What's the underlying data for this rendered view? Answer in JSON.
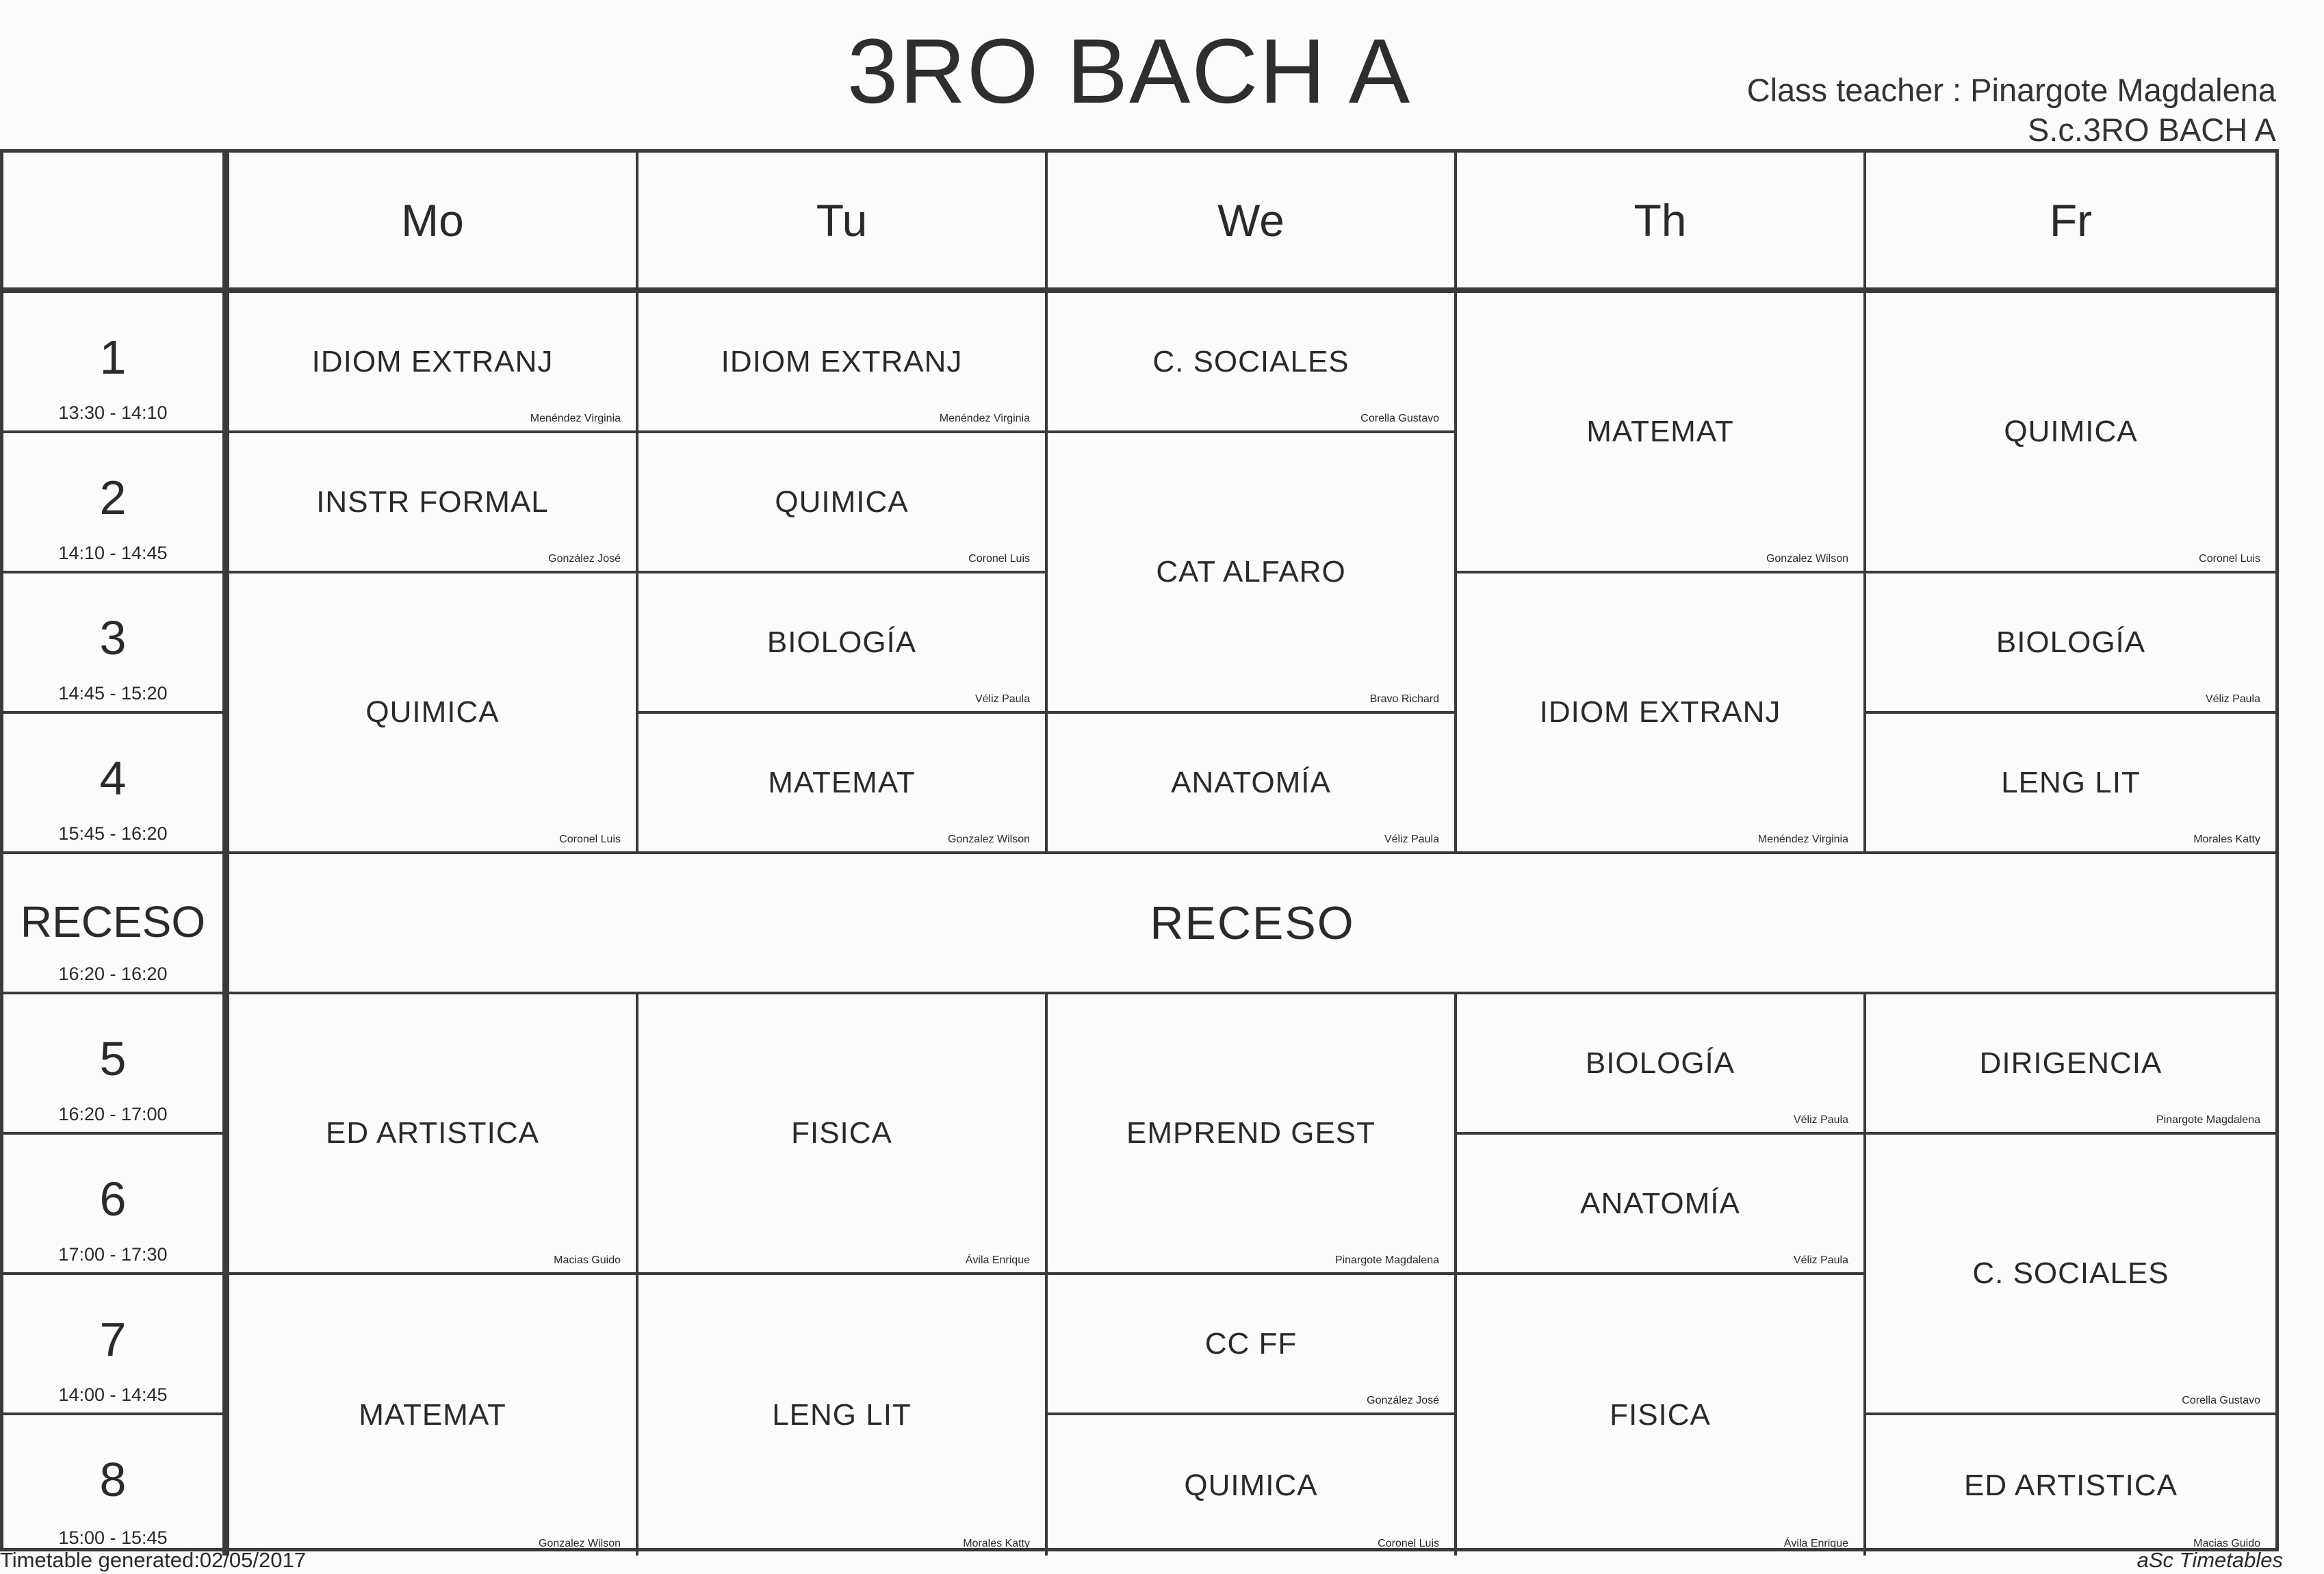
{
  "title": "3RO BACH A",
  "class_teacher": "Class teacher : Pinargote Magdalena",
  "class_code": "S.c.3RO BACH A",
  "days": [
    "Mo",
    "Tu",
    "We",
    "Th",
    "Fr"
  ],
  "periods": [
    {
      "num": "1",
      "time": "13:30 - 14:10"
    },
    {
      "num": "2",
      "time": "14:10 - 14:45"
    },
    {
      "num": "3",
      "time": "14:45 - 15:20"
    },
    {
      "num": "4",
      "time": "15:45 - 16:20"
    },
    {
      "label": "RECESO",
      "time": "16:20 - 16:20"
    },
    {
      "num": "5",
      "time": "16:20 - 17:00"
    },
    {
      "num": "6",
      "time": "17:00 - 17:30"
    },
    {
      "num": "7",
      "time": "14:00 - 14:45"
    },
    {
      "num": "8",
      "time": "15:00 - 15:45"
    }
  ],
  "recess_label": "RECESO",
  "lessons": {
    "mo": [
      {
        "subject": "IDIOM EXTRANJ",
        "teacher": "Menéndez Virginia"
      },
      {
        "subject": "INSTR FORMAL",
        "teacher": "González José"
      },
      {
        "subject": "QUIMICA",
        "teacher": "Coronel Luis"
      },
      {
        "subject": "ED ARTISTICA",
        "teacher": "Macias Guido"
      },
      {
        "subject": "MATEMAT",
        "teacher": "Gonzalez Wilson"
      }
    ],
    "tu": [
      {
        "subject": "IDIOM EXTRANJ",
        "teacher": "Menéndez Virginia"
      },
      {
        "subject": "QUIMICA",
        "teacher": "Coronel Luis"
      },
      {
        "subject": "BIOLOGÍA",
        "teacher": "Véliz Paula"
      },
      {
        "subject": "MATEMAT",
        "teacher": "Gonzalez Wilson"
      },
      {
        "subject": "FISICA",
        "teacher": "Ávila Enrique"
      },
      {
        "subject": "LENG LIT",
        "teacher": "Morales Katty"
      }
    ],
    "we": [
      {
        "subject": "C. SOCIALES",
        "teacher": "Corella Gustavo"
      },
      {
        "subject": "CAT ALFARO",
        "teacher": "Bravo Richard"
      },
      {
        "subject": "ANATOMÍA",
        "teacher": "Véliz Paula"
      },
      {
        "subject": "EMPREND GEST",
        "teacher": "Pinargote Magdalena"
      },
      {
        "subject": "CC FF",
        "teacher": "González José"
      },
      {
        "subject": "QUIMICA",
        "teacher": "Coronel Luis"
      }
    ],
    "th": [
      {
        "subject": "MATEMAT",
        "teacher": "Gonzalez Wilson"
      },
      {
        "subject": "IDIOM EXTRANJ",
        "teacher": "Menéndez Virginia"
      },
      {
        "subject": "BIOLOGÍA",
        "teacher": "Véliz Paula"
      },
      {
        "subject": "ANATOMÍA",
        "teacher": "Véliz Paula"
      },
      {
        "subject": "FISICA",
        "teacher": "Ávila Enrique"
      }
    ],
    "fr": [
      {
        "subject": "QUIMICA",
        "teacher": "Coronel Luis"
      },
      {
        "subject": "BIOLOGÍA",
        "teacher": "Véliz Paula"
      },
      {
        "subject": "LENG LIT",
        "teacher": "Morales Katty"
      },
      {
        "subject": "DIRIGENCIA",
        "teacher": "Pinargote Magdalena"
      },
      {
        "subject": "C. SOCIALES",
        "teacher": "Corella Gustavo"
      },
      {
        "subject": "ED ARTISTICA",
        "teacher": "Macias Guido"
      }
    ]
  },
  "footer": {
    "generated": "Timetable generated:02/05/2017",
    "software": "aSc Timetables"
  }
}
